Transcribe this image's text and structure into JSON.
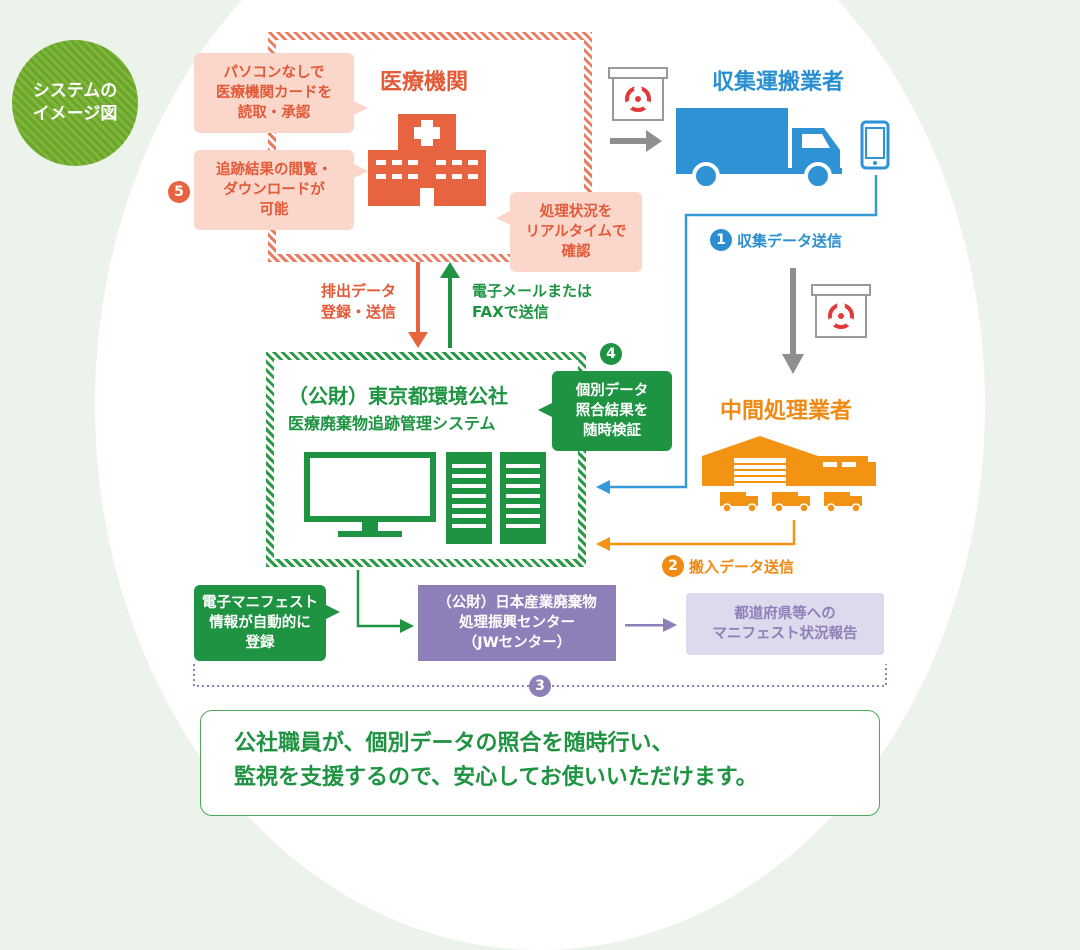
{
  "badge": {
    "line1": "システムの",
    "line2": "イメージ図"
  },
  "hospital": {
    "title": "医療機関",
    "bubble_pc": [
      "パソコンなしで",
      "医療機関カードを",
      "読取・承認"
    ],
    "bubble_tracking": [
      "追跡結果の閲覧・",
      "ダウンロードが",
      "可能"
    ],
    "bubble_realtime": [
      "処理状況を",
      "リアルタイムで",
      "確認"
    ],
    "step_number": "5"
  },
  "collector": {
    "title": "収集運搬業者"
  },
  "intermediate": {
    "title": "中間処理業者"
  },
  "flows": {
    "discharge": [
      "排出データ",
      "登録・送信"
    ],
    "email_fax": [
      "電子メールまたは",
      "FAXで送信"
    ],
    "collect_send": {
      "number": "1",
      "label": "収集データ送信"
    },
    "carry_in_send": {
      "number": "2",
      "label": "搬入データ送信"
    }
  },
  "kosha": {
    "title": "（公財）東京都環境公社",
    "subtitle": "医療廃棄物追跡管理システム",
    "check_bubble": [
      "個別データ",
      "照合結果を",
      "随時検証"
    ],
    "check_number": "4"
  },
  "manifest_bubble": [
    "電子マニフェスト",
    "情報が自動的に",
    "登録"
  ],
  "jw_center": [
    "（公財）日本産業廃棄物",
    "処理振興センター",
    "（JWセンター）"
  ],
  "prefecture_report": [
    "都道府県等への",
    "マニフェスト状況報告"
  ],
  "step3": "3",
  "bottom_message": [
    "公社職員が、個別データの照合を随時行い、",
    "監視を支援するので、安心してお使いいただけます。"
  ],
  "colors": {
    "red": "#e35c3a",
    "pink": "#fbd6cb",
    "green": "#1e9442",
    "blue": "#2a8fd0",
    "orange": "#ef8a12",
    "purple": "#8e7fb8",
    "lavender": "#dedaed"
  },
  "icons": [
    "hospital-building-icon",
    "biohazard-box-icon",
    "truck-icon",
    "smartphone-icon",
    "factory-icon",
    "monitor-icon",
    "server-document-icon"
  ]
}
